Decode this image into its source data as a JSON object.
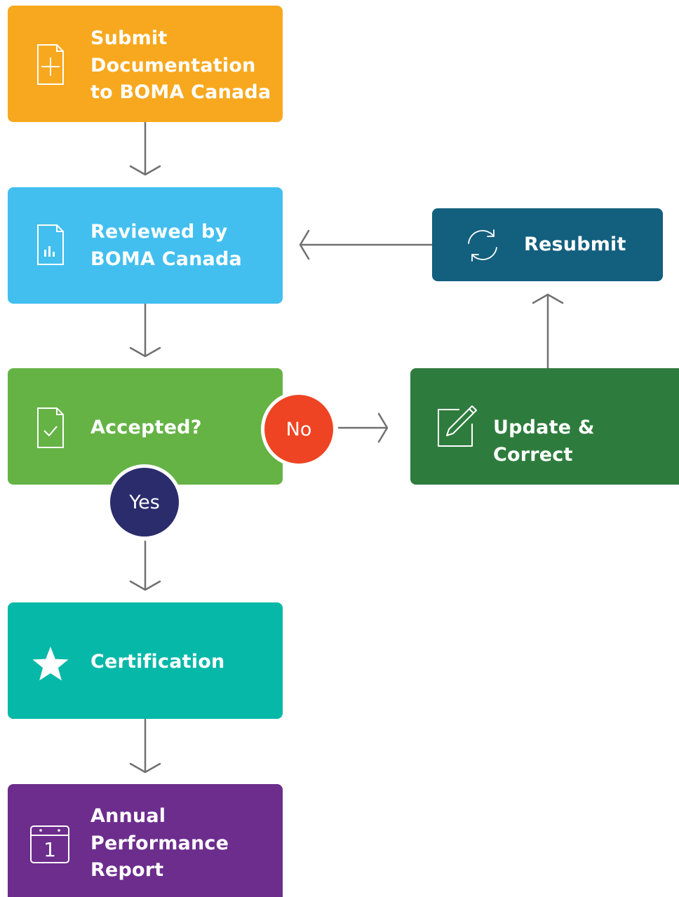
{
  "colors": {
    "submit": "#F8A81E",
    "reviewed": "#42BFEF",
    "accepted": "#65B345",
    "certification": "#06B8A8",
    "annual": "#6C2D8D",
    "resubmit": "#135F7E",
    "update": "#2E7C3D",
    "no_badge": "#EE4423",
    "yes_badge": "#2A2C6C",
    "arrow": "#707070"
  },
  "steps": {
    "submit": {
      "label": "Submit\nDocumentation\nto BOMA Canada",
      "icon": "document-plus-icon"
    },
    "reviewed": {
      "label": "Reviewed by\nBOMA Canada",
      "icon": "document-chart-icon"
    },
    "accepted": {
      "label": "Accepted?",
      "icon": "document-check-icon"
    },
    "certification": {
      "label": "Certification",
      "icon": "star-icon"
    },
    "annual": {
      "label": "Annual\nPerformance\nReport",
      "icon": "calendar-icon"
    },
    "resubmit": {
      "label": "Resubmit",
      "icon": "refresh-icon"
    },
    "update": {
      "label": "Update & Correct",
      "icon": "edit-pencil-icon"
    }
  },
  "badges": {
    "no": "No",
    "yes": "Yes"
  },
  "calendar_day": "1"
}
